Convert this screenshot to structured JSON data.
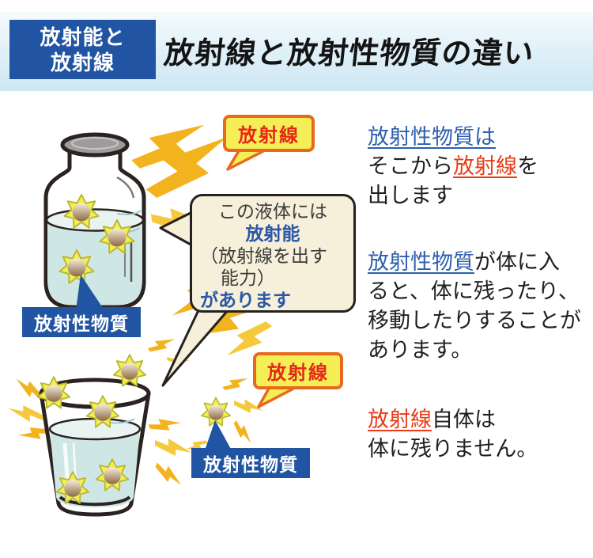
{
  "header": {
    "badge_line1": "放射能と",
    "badge_line2": "放射線",
    "title": "放射線と放射性物質の違い"
  },
  "callouts": {
    "radiation_top": "放射線",
    "radiation_bottom": "放射線",
    "radioactive_top": "放射性物質",
    "radioactive_bottom": "放射性物質"
  },
  "speech_bubble": {
    "line1": "この液体には",
    "line2": "放射能",
    "line3": "（放射線を出す",
    "line4": "能力）",
    "line5": "があります"
  },
  "right_column": {
    "p1": {
      "l1_a": "放射性物質は",
      "l2_a": "そこから",
      "l2_b": "放射線",
      "l2_c": "を",
      "l3": "出します"
    },
    "p2": {
      "l1_a": "放射性物質",
      "l1_b": "が体に入",
      "l2": "ると、体に残ったり、",
      "l3": "移動したりすることが",
      "l4": "あります。"
    },
    "p3": {
      "l1_a": "放射線",
      "l1_b": "自体は",
      "l2": "体に残りません。"
    }
  },
  "icons": {
    "radiation_bolt": "lightning-bolt",
    "radioactive_particle": "star-particle-with-sphere"
  },
  "colors": {
    "badge_blue": "#2155a3",
    "callout_yellow": "#f4ef56",
    "callout_border_orange": "#e96a1e",
    "callout_text_red": "#e7271a",
    "text_blue": "#2e5fae",
    "text_red": "#ea3b17",
    "bolt_gold": "#f2b31e",
    "star_yellow": "#f2ef52",
    "bubble_beige": "#f6efd9",
    "water_blue": "#cfe7e4",
    "band_top": "#f6fbfd",
    "band_bottom": "#cde8f4"
  }
}
